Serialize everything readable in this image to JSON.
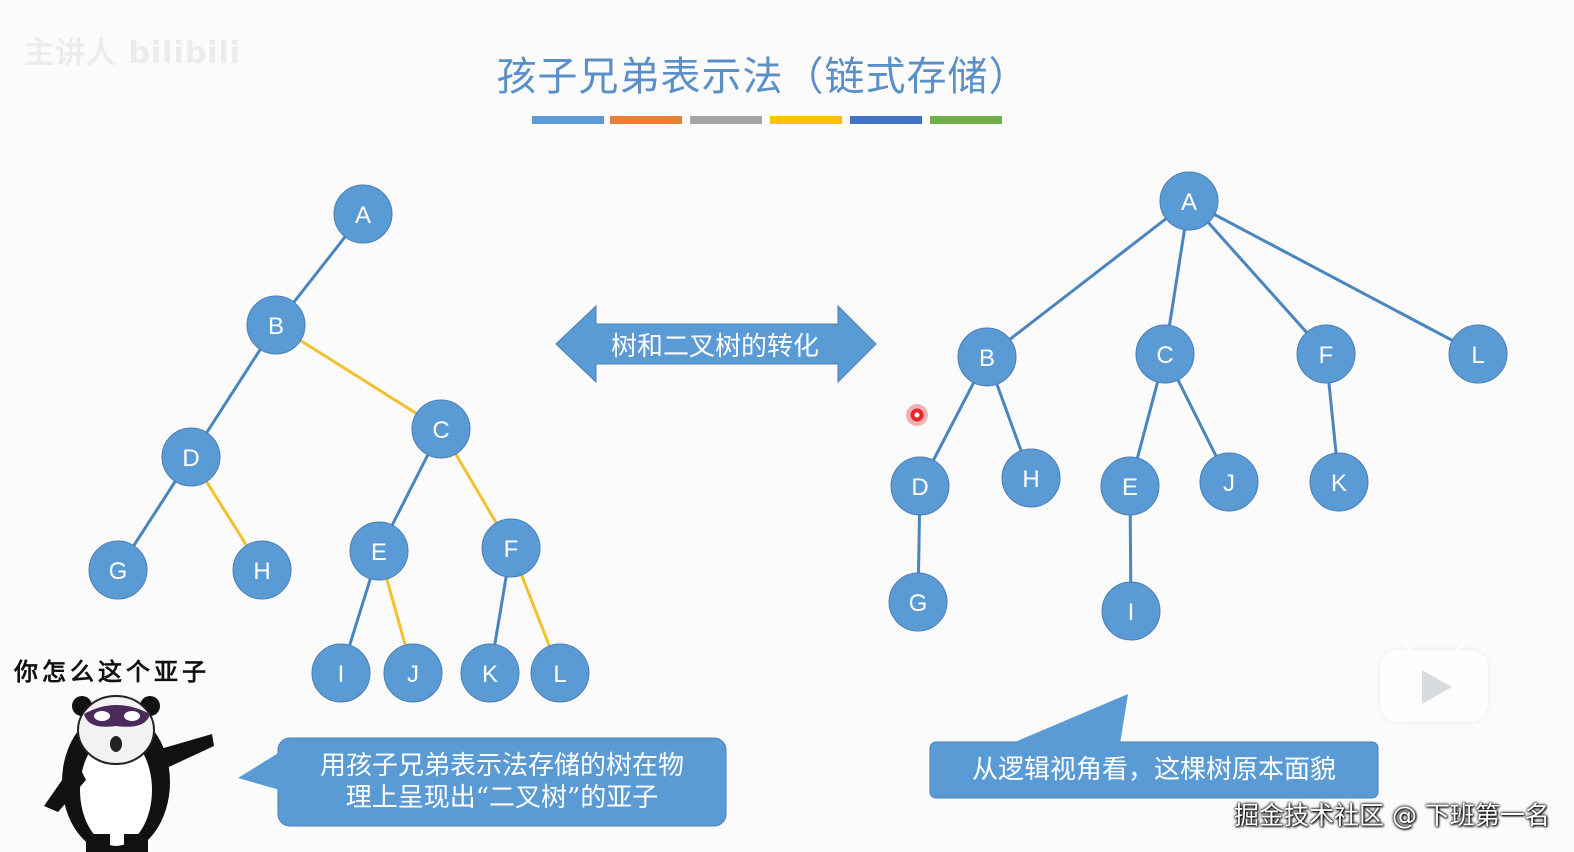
{
  "watermark_top": "主讲人  bilibili",
  "title": "孩子兄弟表示法（链式存储）",
  "color_bar": [
    "#5b9bd5",
    "#ed7d31",
    "#a5a5a5",
    "#ffc000",
    "#4472c4",
    "#70ad47"
  ],
  "center_arrow_label": "树和二叉树的转化",
  "left_callout": {
    "line1": "用孩子兄弟表示法存储的树在物",
    "line2": "理上呈现出“二叉树”的亚子"
  },
  "right_callout": "从逻辑视角看，这棵树原本面貌",
  "meme_caption": "你怎么这个亚子",
  "bottom_watermark": "掘金技术社区 @ 下班第一名",
  "colors": {
    "node": "#5b9bd5",
    "child_edge": "#4a85bd",
    "sibling_edge": "#f2c12e",
    "callout": "#5b9bd5"
  },
  "binary_tree": {
    "nodes": [
      "A",
      "B",
      "C",
      "D",
      "E",
      "F",
      "G",
      "H",
      "I",
      "J",
      "K",
      "L"
    ],
    "child_edges": [
      [
        "A",
        "B"
      ],
      [
        "B",
        "D"
      ],
      [
        "C",
        "E"
      ],
      [
        "D",
        "G"
      ],
      [
        "E",
        "I"
      ],
      [
        "F",
        "K"
      ]
    ],
    "sibling_edges": [
      [
        "B",
        "C"
      ],
      [
        "C",
        "F"
      ],
      [
        "D",
        "H"
      ],
      [
        "E",
        "J"
      ],
      [
        "F",
        "L"
      ]
    ]
  },
  "general_tree": {
    "nodes": [
      "A",
      "B",
      "C",
      "F",
      "L",
      "D",
      "H",
      "E",
      "J",
      "K",
      "G",
      "I"
    ],
    "edges": [
      [
        "A",
        "B"
      ],
      [
        "A",
        "C"
      ],
      [
        "A",
        "F"
      ],
      [
        "A",
        "L"
      ],
      [
        "B",
        "D"
      ],
      [
        "B",
        "H"
      ],
      [
        "C",
        "E"
      ],
      [
        "C",
        "J"
      ],
      [
        "F",
        "K"
      ],
      [
        "D",
        "G"
      ],
      [
        "E",
        "I"
      ]
    ]
  }
}
